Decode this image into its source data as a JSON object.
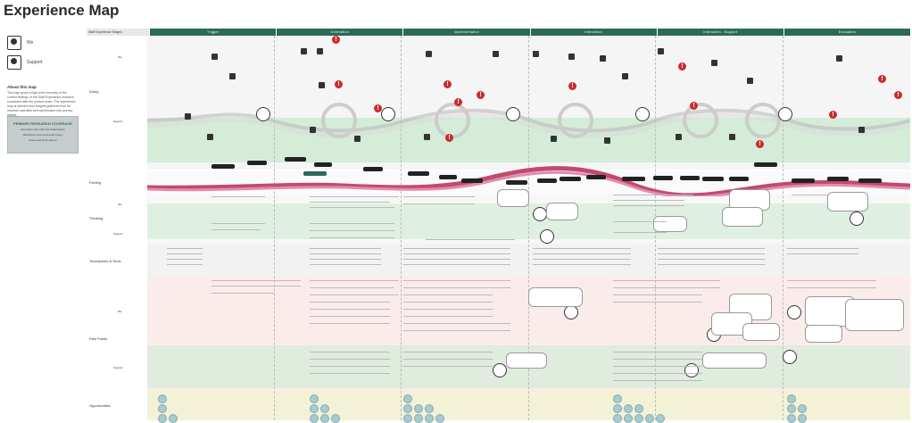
{
  "title": "Experience Map",
  "legend": {
    "items": [
      {
        "label": "We"
      },
      {
        "label": "Support"
      }
    ]
  },
  "about": {
    "heading": "About this map",
    "text": "This map gives a high-level overview of the current findings of the Staff Experience research conducted with the product team. The experience map is derived from insights gathered from all research activities and synthesised into journey stages."
  },
  "research": {
    "title": "PRIMARY RESEARCH COVERAGE",
    "lines": [
      "Interviews with staff and stakeholders",
      "Workshops and contextual inquiry",
      "Notes and observations"
    ]
  },
  "header": {
    "label": "Staff Experience Stages",
    "stages": [
      "Trigger",
      "Orientation",
      "Implementation",
      "Interaction",
      "Interaction - Support",
      "Evaluation"
    ]
  },
  "rows": {
    "doing": "Doing",
    "doing_we": "We",
    "doing_support": "Support",
    "feeling": "Feeling",
    "thinking": "Thinking",
    "thinking_we": "We",
    "thinking_support": "Support",
    "touch": "Touchpoints & Tools",
    "pain": "Pain Points",
    "pain_we": "We",
    "pain_support": "Support",
    "opp": "Opportunities"
  },
  "colors": {
    "stage_header": "#2a6b55",
    "alert": "#cc2b2b",
    "opportunity_chip": "#a6cbd1",
    "pain_band": "#fbecec",
    "opp_band": "#f4f2d6",
    "green_band": "#d4ecd8"
  },
  "icons": [
    "person-icon",
    "alert-icon",
    "document-icon",
    "chat-icon",
    "computer-icon"
  ]
}
